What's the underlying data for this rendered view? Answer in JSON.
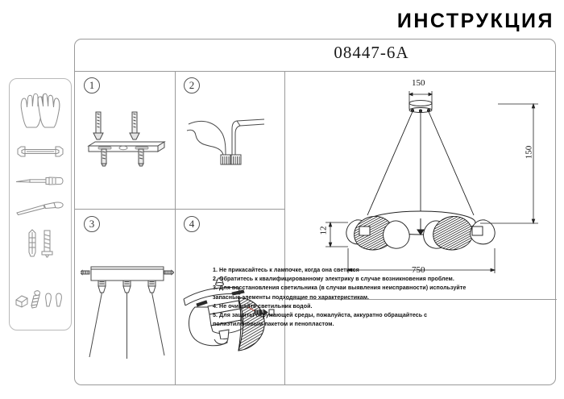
{
  "document": {
    "title": "ИНСТРУКЦИЯ",
    "model_number": "08447-6A"
  },
  "accessories": {
    "panel_name": "tools-and-hardware-panel",
    "items": [
      {
        "icon": "gloves-icon",
        "label": "Gloves"
      },
      {
        "icon": "wrench-icon",
        "label": "Wrench"
      },
      {
        "icon": "screwdriver-icon",
        "label": "Screwdriver"
      },
      {
        "icon": "file-tool-icon",
        "label": "File"
      },
      {
        "icon": "wall-anchor-and-screw-icon",
        "label": "Wall anchor and screw"
      },
      {
        "icon": "small-hardware-parts-icon",
        "label": "Small hardware parts"
      }
    ]
  },
  "steps": [
    {
      "number": "1",
      "name": "mounting-bracket-step",
      "caption": ""
    },
    {
      "number": "2",
      "name": "wire-connection-step",
      "caption": ""
    },
    {
      "number": "3",
      "name": "canopy-suspension-step",
      "caption": ""
    },
    {
      "number": "4",
      "name": "shade-assembly-step",
      "caption": ""
    }
  ],
  "product_drawing": {
    "name": "chandelier-dimension-drawing",
    "dimensions": {
      "top_width": "150",
      "height": "150",
      "fixture_height": "12",
      "overall_width": "750"
    }
  },
  "notes": {
    "lines": [
      "1. Не прикасайтесь к лампочке, когда она светится",
      "2. Обратитесь к квалифицированному электрику в случае возникновения проблем.",
      "3. Для восстановления светильника (в случаи выявления неисправности) используйте запасные элементы подходящие по характеристикам.",
      "4. Не очищайте светильник водой.",
      "5. Для защиты окружающей среды, пожалуйста, аккуратно обращайтесь с полиэтиленовым пакетом и пенопластом."
    ]
  },
  "colors": {
    "frame_border": "#9a9a9a",
    "text": "#111111",
    "line_art": "#3a3a3a"
  }
}
